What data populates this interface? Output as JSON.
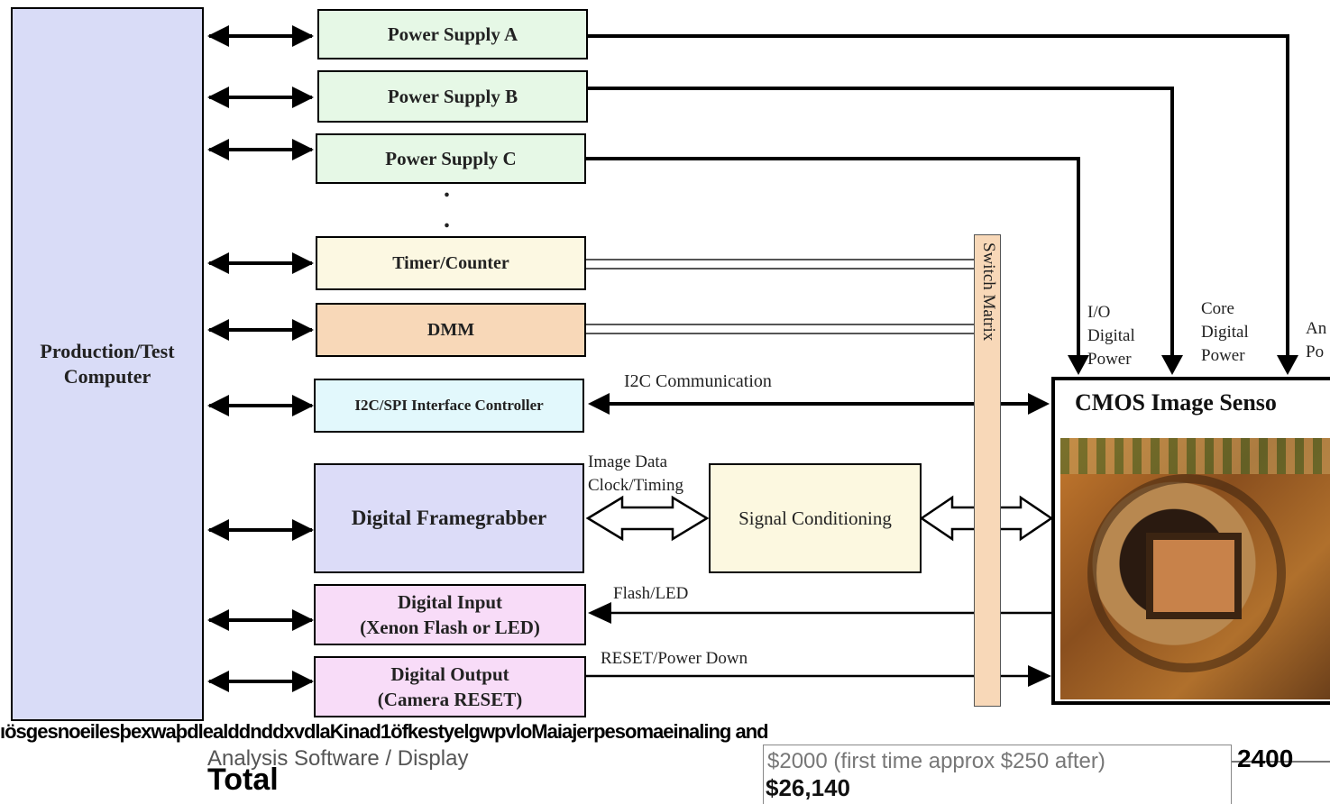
{
  "boxes": {
    "computer": "Production/Test\nComputer",
    "psa": "Power Supply A",
    "psb": "Power Supply B",
    "psc": "Power Supply C",
    "timer": "Timer/Counter",
    "dmm": "DMM",
    "i2c": "I2C/SPI Interface Controller",
    "framegrabber": "Digital Framegrabber",
    "signal": "Signal Conditioning",
    "din": "Digital Input\n(Xenon Flash or LED)",
    "dout": "Digital Output\n(Camera RESET)",
    "switch": "Switch Matrix",
    "sensor": "CMOS Image Senso"
  },
  "labels": {
    "i2c_comm": "I2C Communication",
    "image_data": "Image Data",
    "clock": "Clock/Timing",
    "flash": "Flash/LED",
    "reset": "RESET/Power Down",
    "io_power": "I/O\nDigital\nPower",
    "core_power": "Core\nDigital\nPower",
    "analog_power": "An\nPo",
    "dots": "."
  },
  "footer": {
    "strip": "ıösgesnoeilesþexwaþdlealddnddxvdlaKinad1öfkestyelgwpvloMaiajerpesomaeinaling and",
    "line2": "Analysis Software / Display",
    "total": "Total",
    "cell_text": "$2000 (first time approx $250 after)",
    "cell_total": "$26,140",
    "number": "2400"
  },
  "colors": {
    "computer": "#d9dcf7",
    "power": "#e6f8e6",
    "timer": "#fcf8e2",
    "dmm": "#f8d8b8",
    "i2c": "#e2f8fc",
    "framegrabber": "#dcdcf8",
    "signal": "#fcf8e0",
    "digital_io": "#f8dcf8",
    "switch": "#f8d8b8"
  }
}
